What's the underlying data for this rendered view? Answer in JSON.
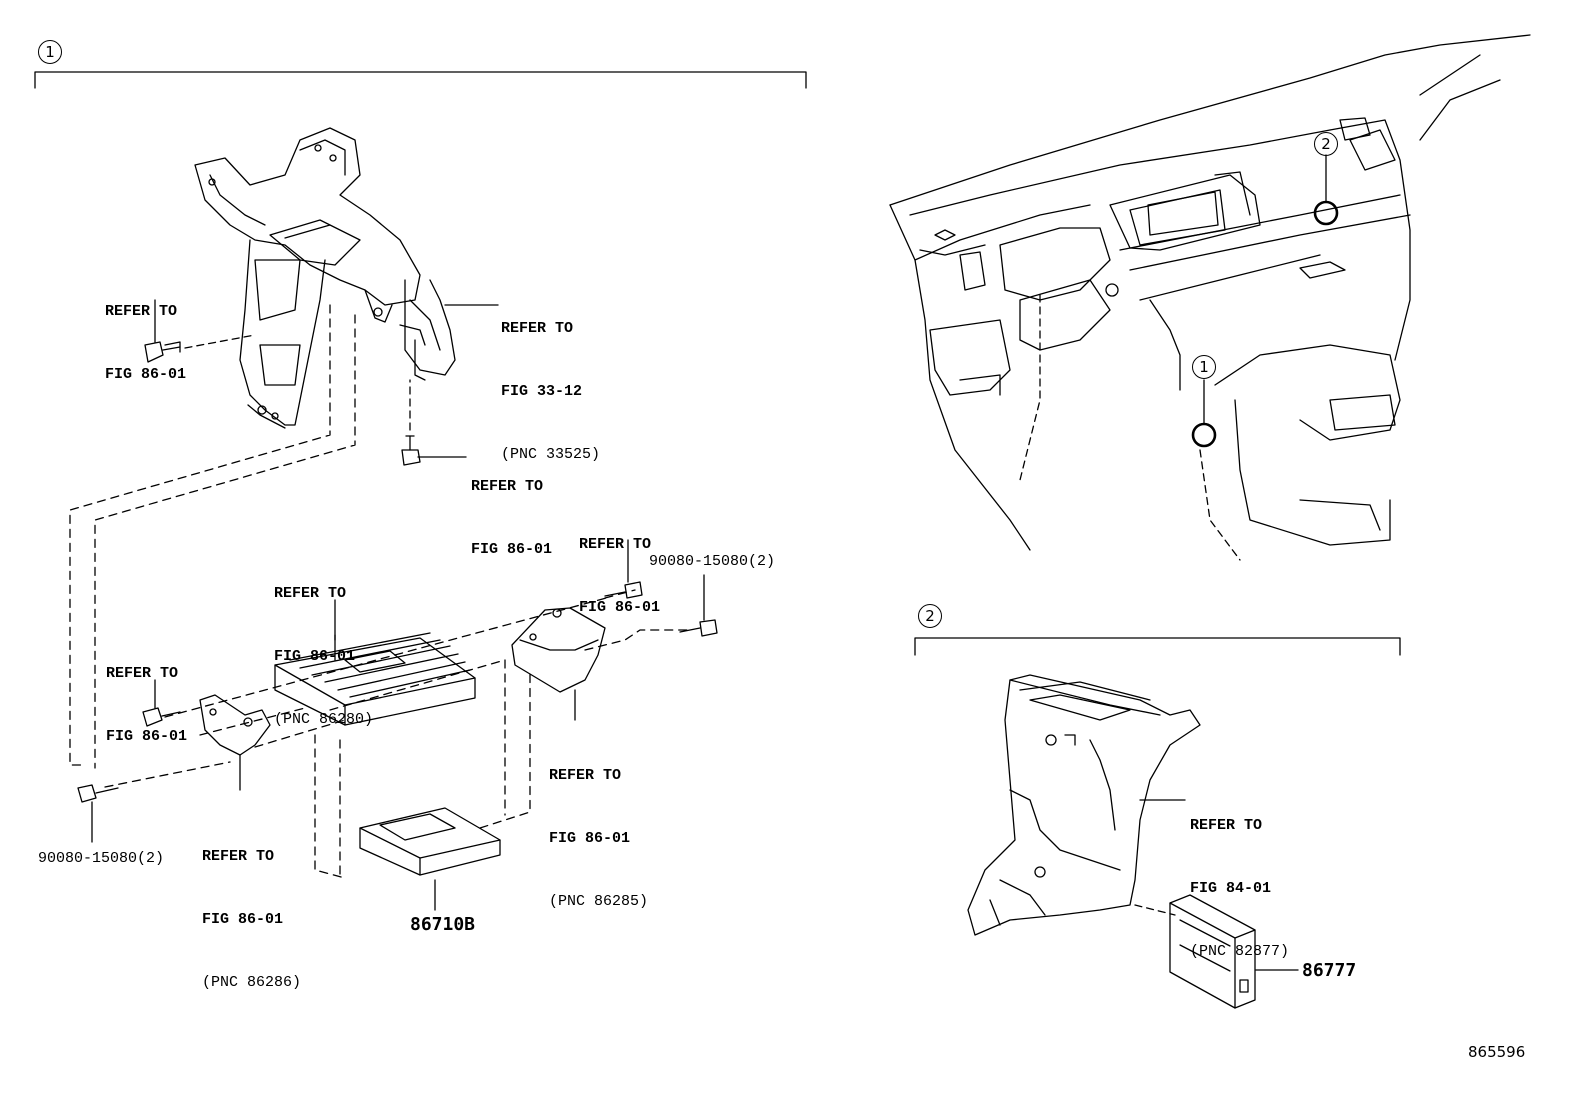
{
  "group1": {
    "number": "1",
    "callouts": [
      {
        "id": "c1",
        "lines": [
          "REFER TO",
          "FIG 86-01"
        ]
      },
      {
        "id": "c2",
        "lines": [
          "REFER TO",
          "FIG 33-12"
        ],
        "pnc": "(PNC 33525)"
      },
      {
        "id": "c3",
        "lines": [
          "REFER TO",
          "FIG 86-01"
        ]
      },
      {
        "id": "c4",
        "lines": [
          "REFER TO",
          "FIG 86-01"
        ]
      },
      {
        "id": "c5",
        "lines": [
          "REFER TO",
          "FIG 86-01"
        ],
        "pnc": "(PNC 86280)"
      },
      {
        "id": "c6",
        "lines": [
          "REFER TO",
          "FIG 86-01"
        ]
      },
      {
        "id": "c7",
        "lines": [
          "REFER TO",
          "FIG 86-01"
        ],
        "pnc": "(PNC 86285)"
      },
      {
        "id": "c8",
        "lines": [
          "REFER TO",
          "FIG 86-01"
        ],
        "pnc": "(PNC 86286)"
      }
    ],
    "bolt_right": "90080-15080(2)",
    "bolt_left": "90080-15080(2)",
    "part": "86710B"
  },
  "group2": {
    "number": "2",
    "callout": {
      "lines": [
        "REFER TO",
        "FIG 84-01"
      ],
      "pnc": "(PNC 82877)"
    },
    "part": "86777"
  },
  "overview": {
    "marker1": "1",
    "marker2": "2"
  },
  "figure_id": "865596"
}
